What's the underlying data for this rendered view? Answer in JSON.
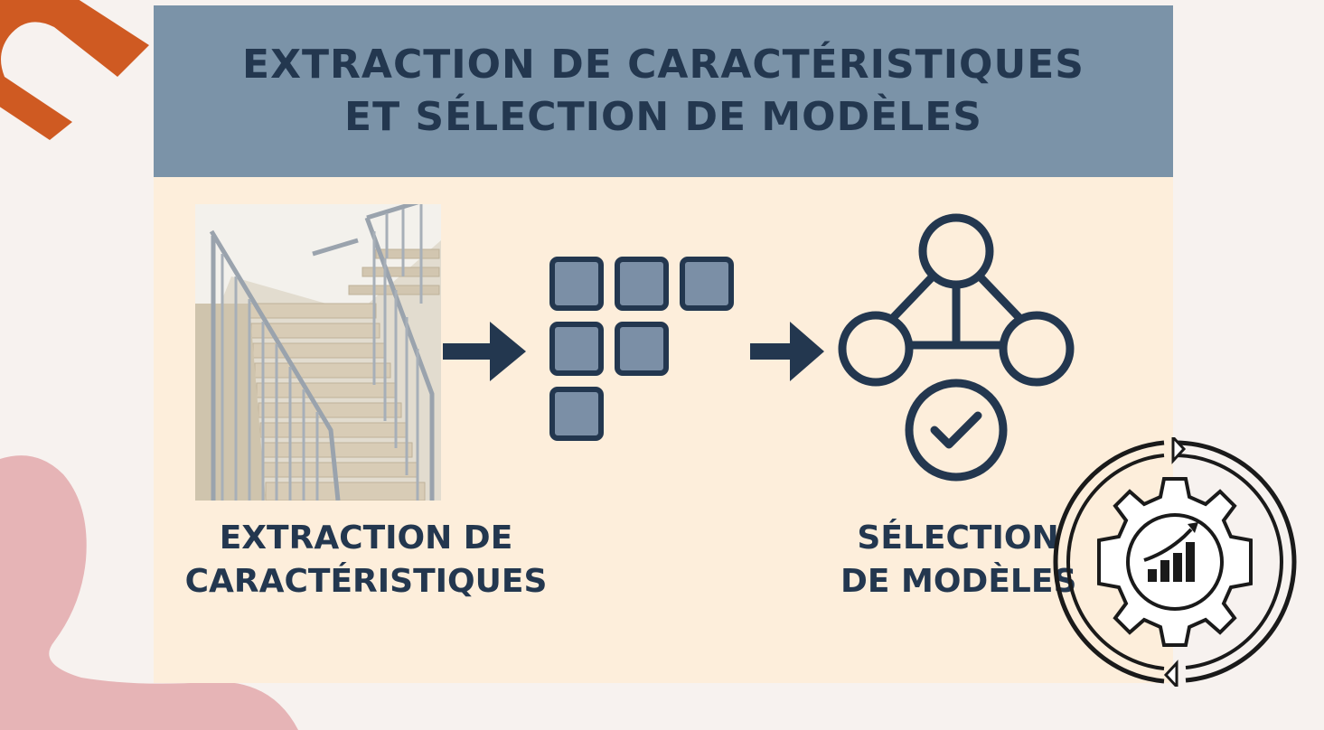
{
  "banner": {
    "title_line1": "EXTRACTION DE CARACTÉRISTIQUES",
    "title_line2": "ET SÉLECTION DE MODÈLES"
  },
  "left_caption": {
    "line1": "EXTRACTION DE",
    "line2": "CARACTÉRISTIQUES"
  },
  "right_caption": {
    "line1": "SÉLECTION",
    "line2": "DE MODÈLES"
  },
  "icons": {
    "photo": "staircase-photo",
    "arrow1": "arrow-right-icon",
    "features": "feature-grid-icon",
    "arrow2": "arrow-right-icon",
    "model": "model-graph-icon",
    "check": "check-circle-icon",
    "gear": "gear-growth-icon"
  },
  "colors": {
    "banner_bg": "#7b93a8",
    "panel_bg": "#fdeedb",
    "text_dark": "#23374f",
    "square_fill": "#7b8fa6",
    "accent_orange": "#cf5a22",
    "accent_pink": "#e6b4b6"
  }
}
